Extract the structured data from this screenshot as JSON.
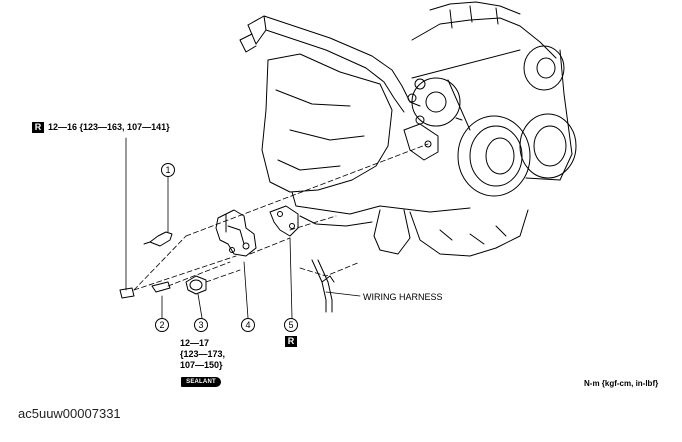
{
  "figure": {
    "torque_bolt_label": "12—16 {123—163, 107—141}",
    "r_badge": "R",
    "callouts": [
      "1",
      "2",
      "3",
      "4",
      "5"
    ],
    "torque_item3": {
      "line1": "12—17",
      "line2": "{123—173,",
      "line3": "107—150}"
    },
    "sealant_label": "SEALANT",
    "wiring_harness_label": "WIRING HARNESS",
    "units_label": "N-m {kgf-cm, in-lbf}"
  },
  "caption": "ac5uuw00007331"
}
